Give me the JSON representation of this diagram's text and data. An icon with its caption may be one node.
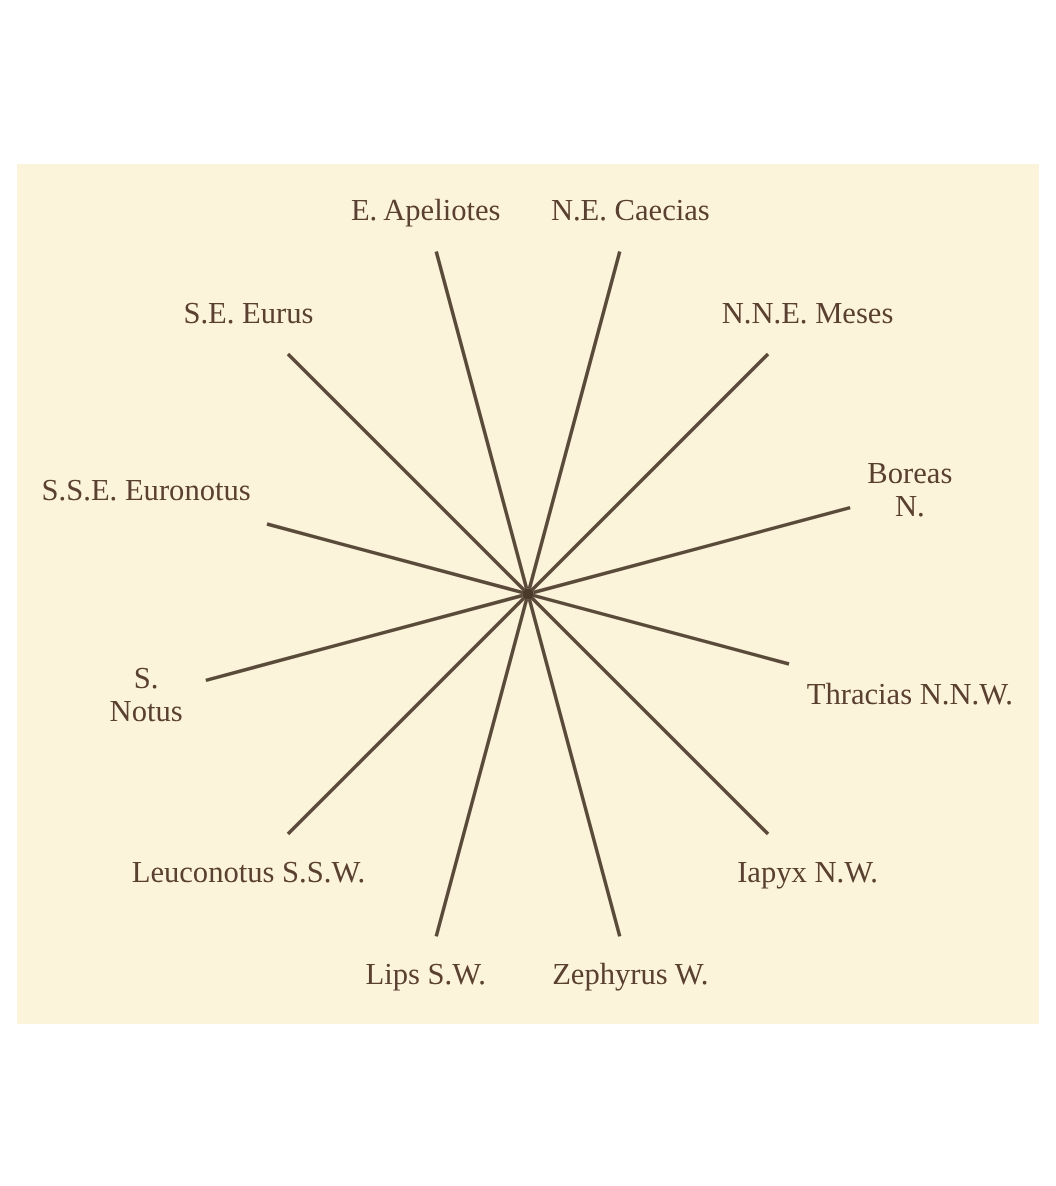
{
  "diagram": {
    "nodes": [
      {
        "text": [],
        "shape": "point"
      },
      {
        "text": [
          "Boreas",
          "N."
        ]
      },
      {
        "text": [
          "N.N.E. Meses"
        ]
      },
      {
        "text": [
          "N.E. Caecias"
        ]
      },
      {
        "text": [
          "E. Apeliotes"
        ]
      },
      {
        "text": [
          "S.E. Eurus"
        ]
      },
      {
        "text": [
          "S.S.E. Euronotus"
        ]
      },
      {
        "text": [
          "S.",
          "Notus"
        ]
      },
      {
        "text": [
          "Leuconotus S.S.W."
        ]
      },
      {
        "text": [
          "Lips S.W."
        ]
      },
      {
        "text": [
          "Zephyrus W."
        ]
      },
      {
        "text": [
          "Iapyx N.W."
        ]
      },
      {
        "text": [
          "Thracias N.N.W."
        ]
      }
    ],
    "edges": [
      {
        "from": 1,
        "to": 0,
        "arrow": "none"
      },
      {
        "from": 2,
        "to": 0,
        "arrow": "none"
      },
      {
        "from": 3,
        "to": 0,
        "arrow": "none"
      },
      {
        "from": 4,
        "to": 0,
        "arrow": "none"
      },
      {
        "from": 5,
        "to": 0,
        "arrow": "none"
      },
      {
        "from": 6,
        "to": 0,
        "arrow": "none"
      },
      {
        "from": 7,
        "to": 0,
        "arrow": "none"
      },
      {
        "from": 8,
        "to": 0,
        "arrow": "none"
      },
      {
        "from": 9,
        "to": 0,
        "arrow": "none"
      },
      {
        "from": 10,
        "to": 0,
        "arrow": "none"
      },
      {
        "from": 11,
        "to": 0,
        "arrow": "none"
      },
      {
        "from": 12,
        "to": 0,
        "arrow": "none"
      }
    ]
  }
}
